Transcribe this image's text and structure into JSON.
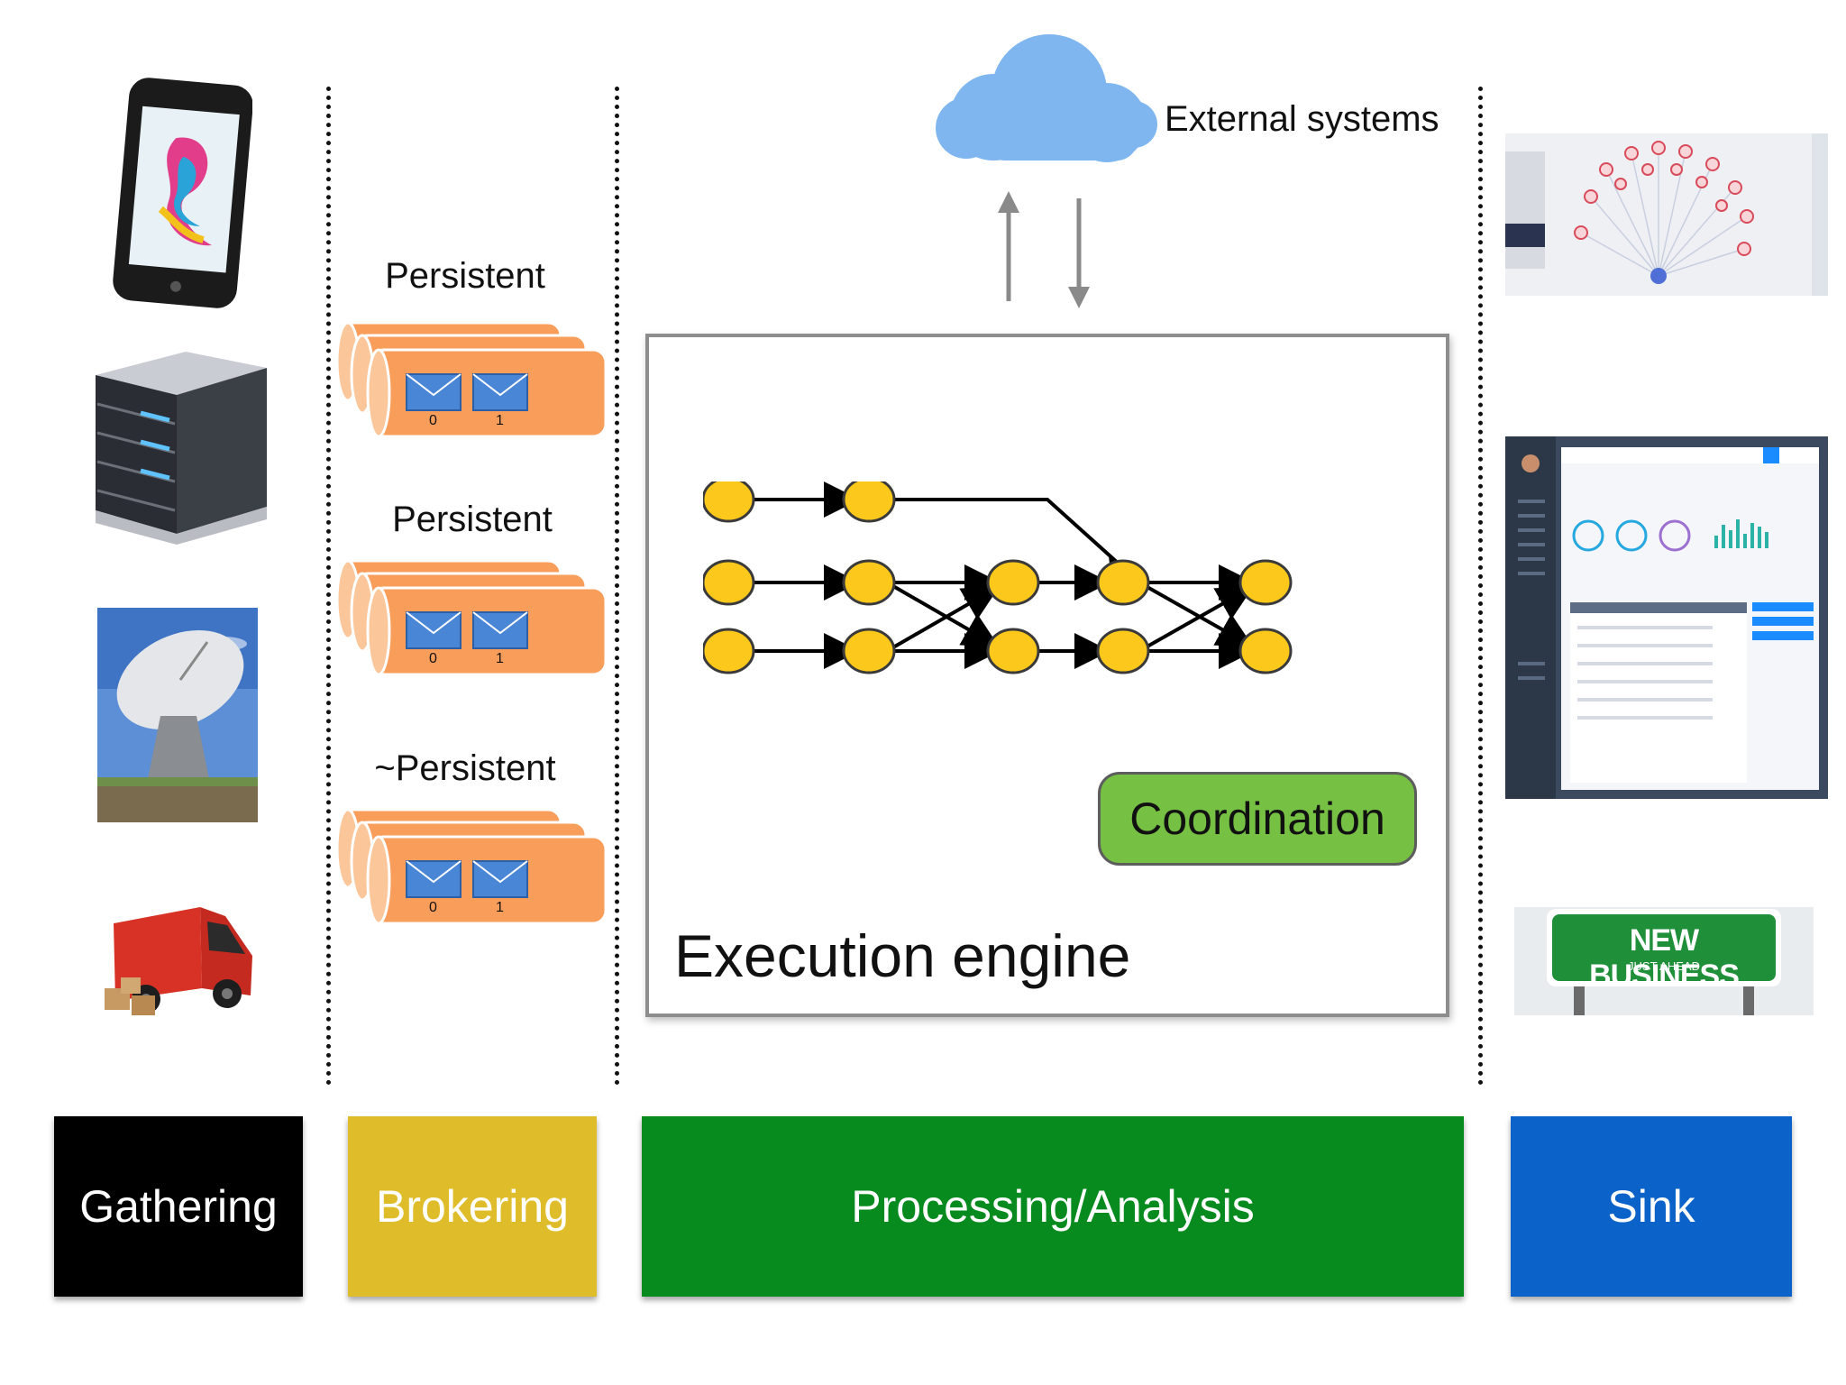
{
  "queues": [
    {
      "label": "Persistent",
      "messages": [
        "0",
        "1"
      ]
    },
    {
      "label": "Persistent",
      "messages": [
        "0",
        "1"
      ]
    },
    {
      "label": "~Persistent",
      "messages": [
        "0",
        "1"
      ]
    }
  ],
  "external": {
    "label": "External systems",
    "icon": "cloud-icon"
  },
  "engine": {
    "label": "Execution engine",
    "coordination_label": "Coordination"
  },
  "sources": [
    "smartphone-icon",
    "server-icon",
    "satellite-dish-icon",
    "delivery-van-icon"
  ],
  "sinks": {
    "icons": [
      "network-graph-icon",
      "dashboard-icon",
      "road-sign-icon"
    ],
    "sign_title": "NEW BUSINESS",
    "sign_subtitle": "JUST AHEAD"
  },
  "stages": [
    {
      "label": "Gathering",
      "color": "#000000"
    },
    {
      "label": "Brokering",
      "color": "#dfbd2a"
    },
    {
      "label": "Processing/Analysis",
      "color": "#078a1e"
    },
    {
      "label": "Sink",
      "color": "#0b63c9"
    }
  ]
}
